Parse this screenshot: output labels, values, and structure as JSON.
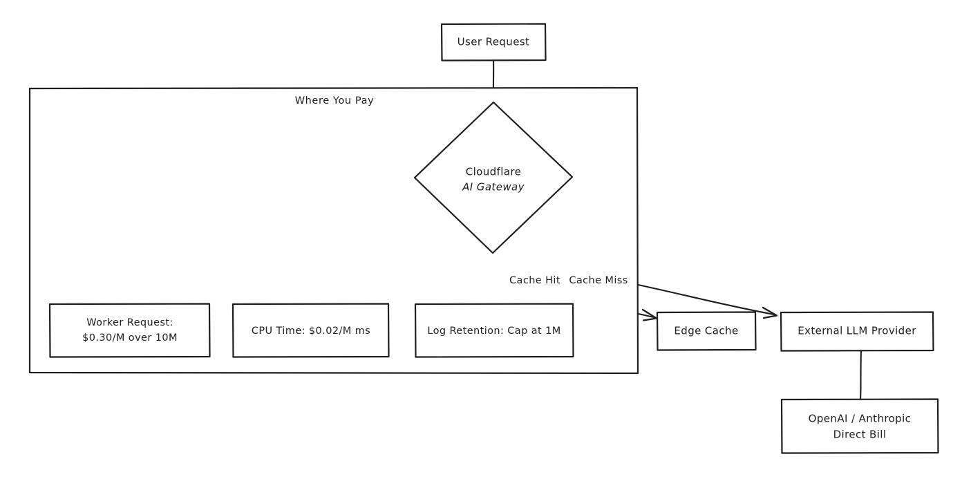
{
  "diagram": {
    "title_node": {
      "label": "User Request"
    },
    "group": {
      "label": "Where You Pay"
    },
    "gateway": {
      "line1": "Cloudflare",
      "line2": "AI Gateway"
    },
    "cost_boxes": [
      {
        "name": "worker-request",
        "line1": "Worker Request:",
        "line2": "$0.30/M over 10M",
        "fill": "#a9d5f5",
        "stroke": "#1e1e1e"
      },
      {
        "name": "cpu-time",
        "line1": "CPU Time: $0.02/M ms",
        "line2": "",
        "fill": "#b4f0c0",
        "stroke": "#1e1e1e"
      },
      {
        "name": "log-retention",
        "line1": "Log Retention: Cap at 1M",
        "line2": "",
        "fill": "#fde890",
        "stroke": "#1e1e1e"
      }
    ],
    "edge_cache": {
      "label": "Edge Cache"
    },
    "external_llm": {
      "label": "External LLM Provider"
    },
    "direct_bill": {
      "line1": "OpenAI / Anthropic",
      "line2": "Direct Bill"
    },
    "edge_labels": {
      "cache_hit": "Cache Hit",
      "cache_miss": "Cache Miss"
    },
    "colors": {
      "ink": "#1e1e1e",
      "paper": "#ffffff",
      "blue": "#a9d5f5",
      "green": "#b4f0c0",
      "yellow": "#fde890"
    }
  }
}
